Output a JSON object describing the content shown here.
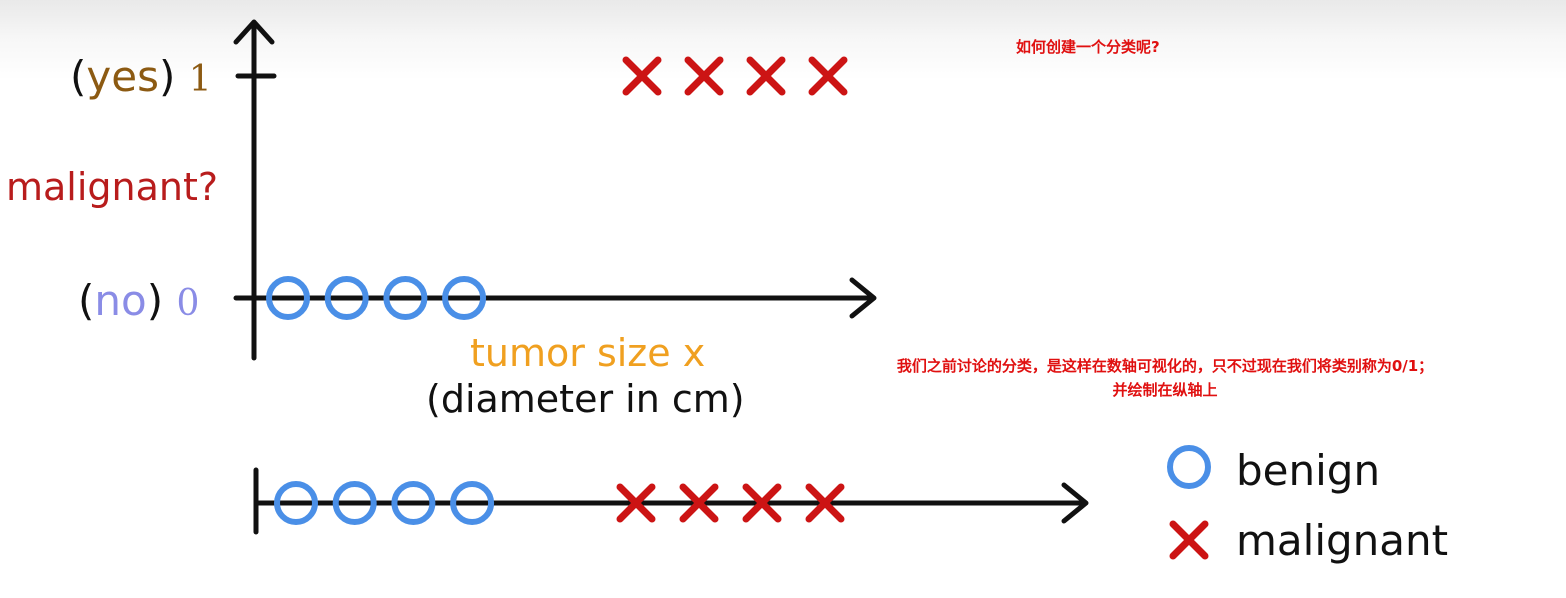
{
  "colors": {
    "axis": "#111111",
    "benign": "#4a8fe7",
    "malignant": "#cc1414",
    "yes": "#8c5a12",
    "no": "#8a8ce6",
    "x_title": "#f0a020",
    "y_title": "#b81c1c",
    "annotation": "#e01010"
  },
  "icons": {
    "benign": "circle-marker-icon",
    "malignant": "cross-marker-icon"
  },
  "chart_data": [
    {
      "type": "scatter",
      "ylabel": "malignant?",
      "xlabel": "tumor size x",
      "xlabel_sub": "(diameter in cm)",
      "y_ticks": [
        {
          "value": 1,
          "paren_open": "(",
          "word": "yes",
          "paren_close": ")",
          "num": "1"
        },
        {
          "value": 0,
          "paren_open": "(",
          "word": "no",
          "paren_close": ")",
          "num": "0"
        }
      ],
      "series": [
        {
          "name": "benign",
          "marker": "circle",
          "points": [
            [
              1,
              0
            ],
            [
              2,
              0
            ],
            [
              3,
              0
            ],
            [
              4,
              0
            ]
          ]
        },
        {
          "name": "malignant",
          "marker": "cross",
          "points": [
            [
              7,
              1
            ],
            [
              8,
              1
            ],
            [
              9,
              1
            ],
            [
              10,
              1
            ]
          ]
        }
      ]
    },
    {
      "type": "scatter",
      "series": [
        {
          "name": "benign",
          "marker": "circle",
          "x": [
            1,
            2,
            3,
            4
          ]
        },
        {
          "name": "malignant",
          "marker": "cross",
          "x": [
            7,
            8,
            9,
            10
          ]
        }
      ]
    }
  ],
  "legend": {
    "benign": "benign",
    "malignant": "malignant"
  },
  "annotations": {
    "question": "如何创建一个分类呢?",
    "line1": "我们之前讨论的分类，是这样在数轴可视化的，只不过现在我们将类别称为0/1；",
    "line2": "并绘制在纵轴上"
  }
}
